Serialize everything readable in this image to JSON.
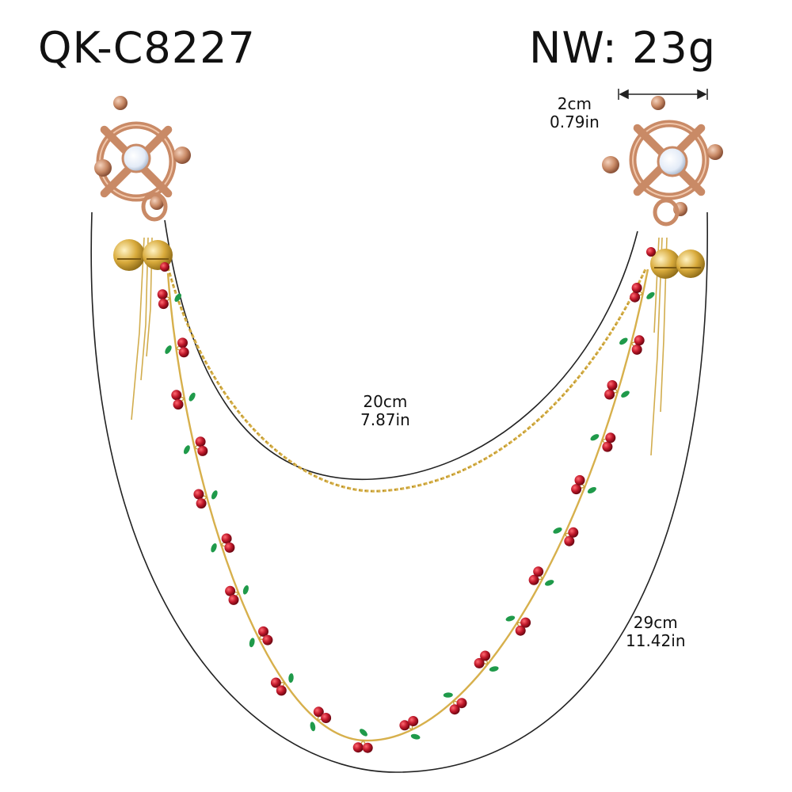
{
  "header": {
    "model_code": "QK-C8227",
    "net_weight": "NW: 23g"
  },
  "dimensions": {
    "clamp_width": {
      "cm": "2cm",
      "in": "0.79in"
    },
    "short_chain": {
      "cm": "20cm",
      "in": "7.87in"
    },
    "long_chain": {
      "cm": "29cm",
      "in": "11.42in"
    }
  },
  "colors": {
    "rose_gold": "#c98a66",
    "gold_chain": "#d9b24a",
    "cherry_red": "#c0182a",
    "leaf_green": "#1f9a4a",
    "gem": "#dfe8f5",
    "guide_line": "#222222"
  },
  "icons": {
    "clamps": [
      "nipple-clamp-icon",
      "nipple-clamp-icon"
    ],
    "bells": [
      "jingle-bell-icon",
      "jingle-bell-icon",
      "jingle-bell-icon",
      "jingle-bell-icon"
    ]
  }
}
